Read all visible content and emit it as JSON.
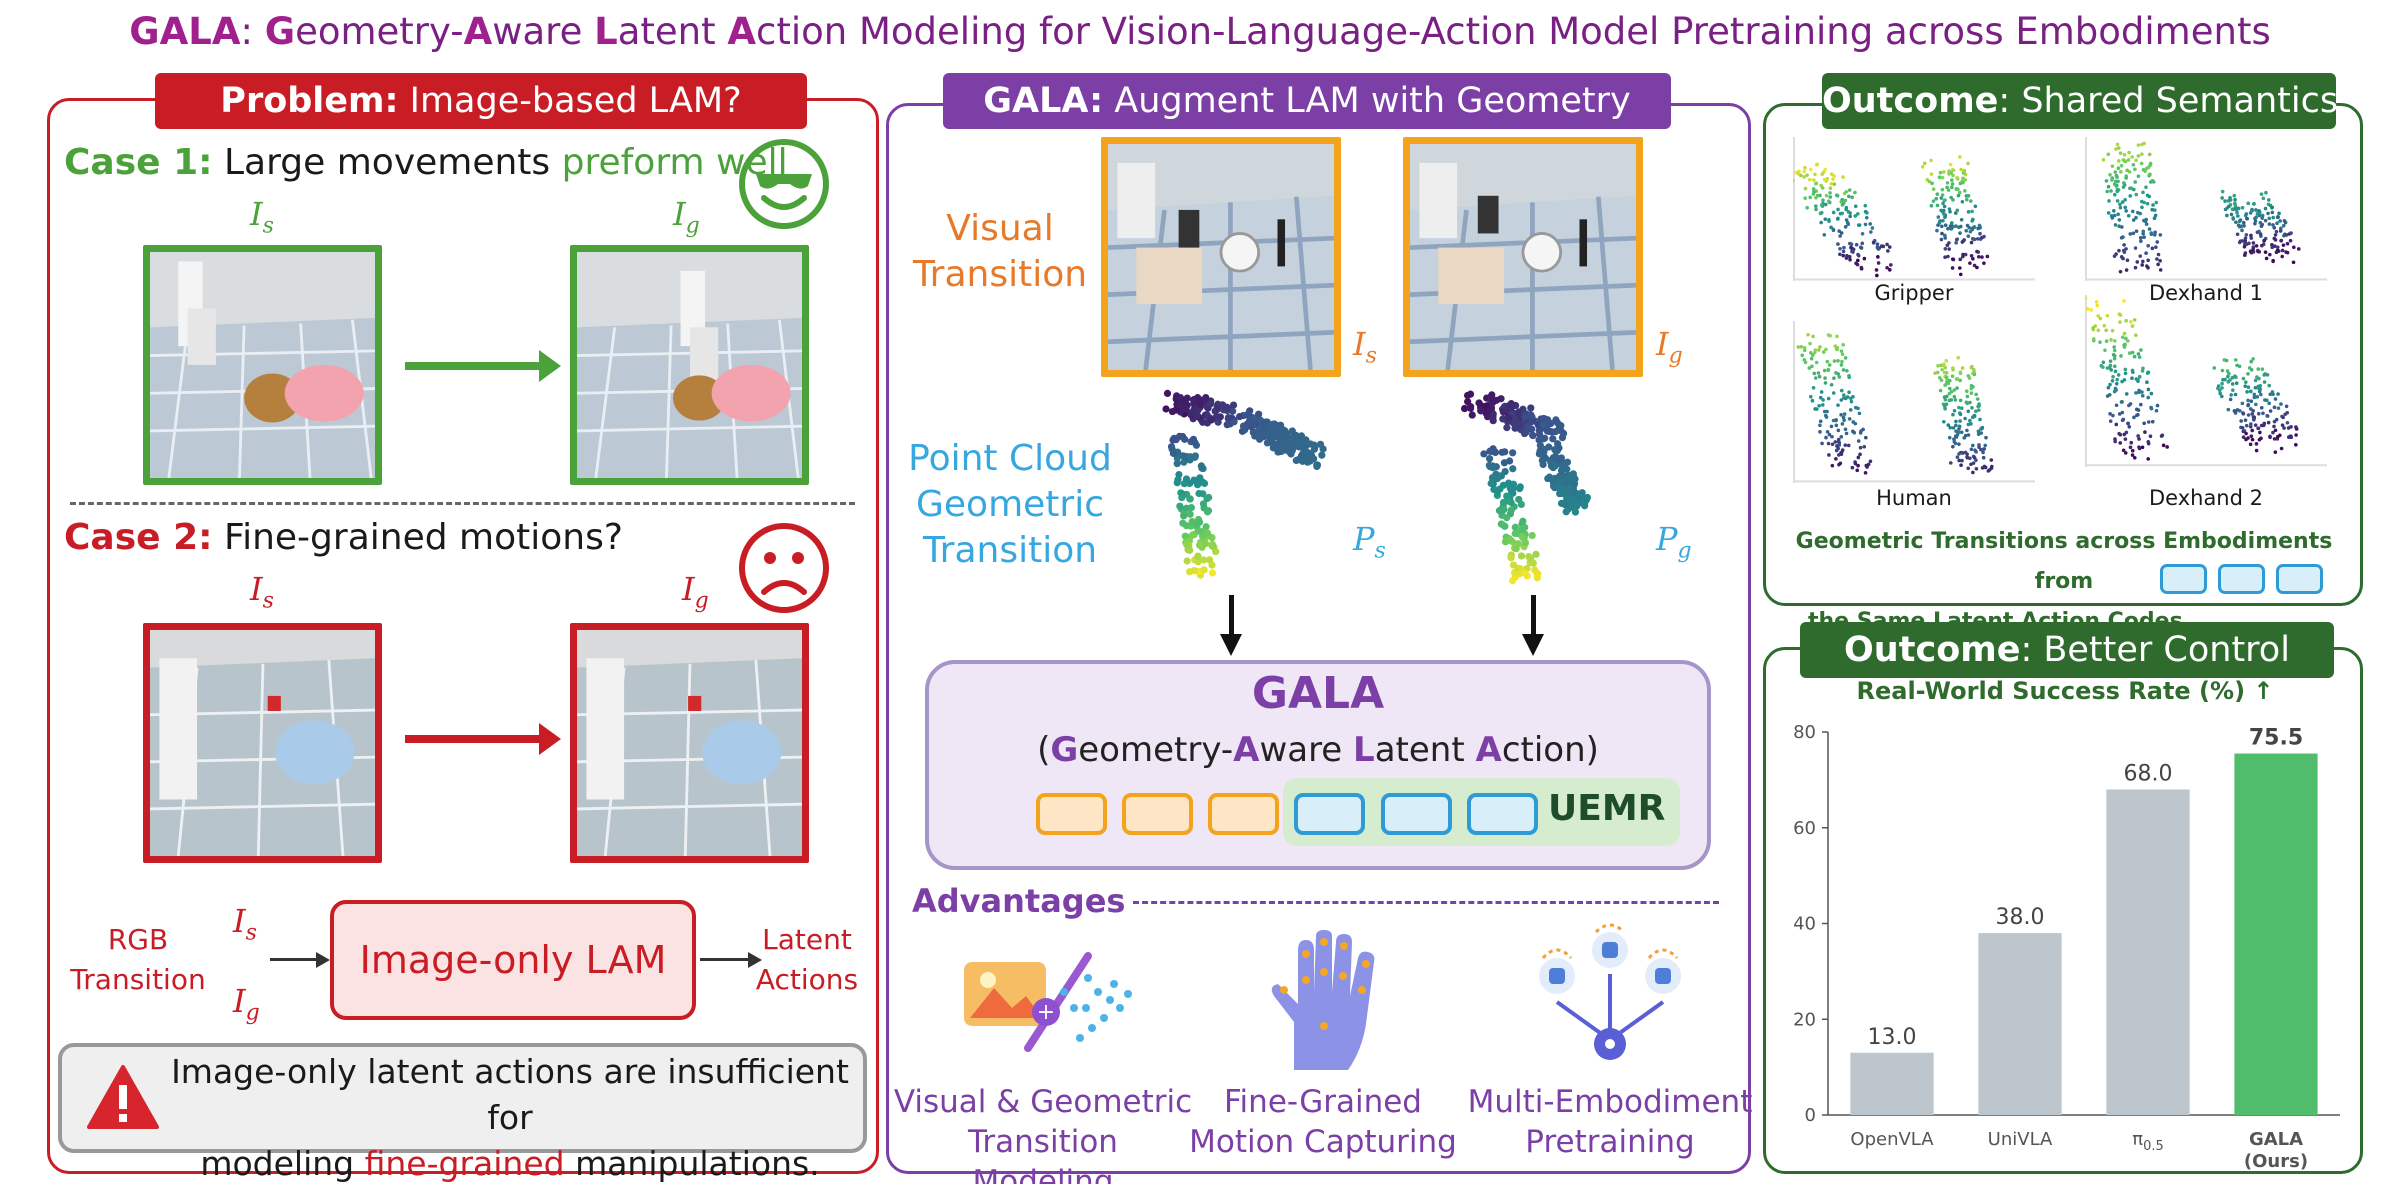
{
  "header": {
    "acronym": "GALA",
    "g": "G",
    "eometry": "eometry-",
    "a": "A",
    "ware": "ware ",
    "l": "L",
    "atent": "atent ",
    "a2": "A",
    "ction": "ction Modeling for Vision-Language-Action Model Pretraining across Embodiments"
  },
  "problem": {
    "tab_bold": "Problem:",
    "tab_text": " Image-based LAM?",
    "case1_bold": "Case 1:",
    "case1_text": " Large movements ",
    "case1_highlight": "preform well",
    "case2_bold": "Case 2:",
    "case2_text": " Fine-grained motions?",
    "flow_input": [
      "RGB",
      "Transition"
    ],
    "flow_box": "Image-only LAM",
    "flow_output": [
      "Latent",
      "Actions"
    ],
    "warning_line1": "Image-only latent actions are insufficient for",
    "warning_pre": "modeling ",
    "warning_highlight": "fine-grained",
    "warning_post": " manipulations."
  },
  "method": {
    "tab_bold": "GALA:",
    "tab_text": " Augment LAM with Geometry",
    "visual_label": [
      "Visual",
      "Transition"
    ],
    "pc_label": [
      "Point Cloud",
      "Geometric",
      "Transition"
    ],
    "gala_title": "GALA",
    "gala_sub_open": "(",
    "gala_sub_g": "G",
    "gala_sub_eometry": "eometry-",
    "gala_sub_a": "A",
    "gala_sub_ware": "ware ",
    "gala_sub_l": "L",
    "gala_sub_atent": "atent ",
    "gala_sub_a2": "A",
    "gala_sub_ction": "ction)",
    "uemr": "UEMR",
    "advantages_title": "Advantages",
    "advantages": [
      {
        "line1": "Visual & Geometric",
        "line2": "Transition Modeling",
        "icon": "image-plus-hand-pointcloud-icon"
      },
      {
        "line1": "Fine-Grained",
        "line2": "Motion Capturing",
        "icon": "hand-keypoints-icon"
      },
      {
        "line1": "Multi-Embodiment",
        "line2": "Pretraining",
        "icon": "multi-embodiment-hub-icon"
      }
    ]
  },
  "symbols": {
    "I": "I",
    "P": "P",
    "s": "s",
    "g": "g"
  },
  "semantics": {
    "tab_bold": "Outcome",
    "tab_text": ": Shared Semantics",
    "embodiments": [
      "Gripper",
      "Dexhand 1",
      "Human",
      "Dexhand 2"
    ],
    "caption_line1": "Geometric Transitions across Embodiments from",
    "caption_line2": "the Same Latent Action Codes"
  },
  "control": {
    "tab_bold": "Outcome",
    "tab_text": ": Better Control"
  },
  "chart_data": {
    "type": "bar",
    "title": "Real-World Success Rate (%) ↑",
    "categories": [
      "OpenVLA",
      "UniVLA",
      "π0.5",
      "GALA (Ours)"
    ],
    "values": [
      13.0,
      38.0,
      68.0,
      75.5
    ],
    "value_labels": [
      "13.0",
      "38.0",
      "68.0",
      "75.5"
    ],
    "ylim": [
      0,
      80
    ],
    "yticks": [
      0,
      20,
      40,
      60,
      80
    ],
    "xlabel": "",
    "ylabel": "",
    "grid": false,
    "colors": {
      "baseline": "#bcc6cc",
      "ours": "#4fbd6b",
      "ours_label": "#2e7d46"
    }
  },
  "colors": {
    "problem": "#c81d25",
    "method": "#7b3fa6",
    "outcome": "#2e6b2d",
    "green": "#4ca23a",
    "orange": "#f3a31c",
    "blue": "#2e9bd6",
    "label_orange": "#e77a2a",
    "label_blue": "#37a7e0"
  }
}
